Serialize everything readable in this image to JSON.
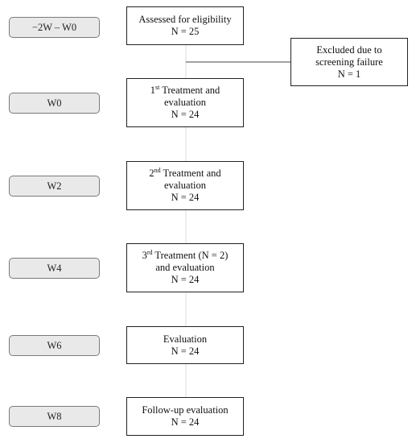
{
  "timepoints": [
    {
      "label": "−2W – W0"
    },
    {
      "label": "W0"
    },
    {
      "label": "W2"
    },
    {
      "label": "W4"
    },
    {
      "label": "W6"
    },
    {
      "label": "W8"
    }
  ],
  "flow": {
    "assessed": {
      "text": "Assessed for eligibility",
      "n": "N = 25"
    },
    "treatment1": {
      "ordinal": "1",
      "suffix": "st",
      "rest": " Treatment and",
      "line2": "evaluation",
      "n": "N = 24"
    },
    "treatment2": {
      "ordinal": "2",
      "suffix": "nd",
      "rest": " Treatment and",
      "line2": "evaluation",
      "n": "N = 24"
    },
    "treatment3": {
      "ordinal": "3",
      "suffix": "rd",
      "rest": " Treatment (N = 2)",
      "line2": "and evaluation",
      "n": "N = 24"
    },
    "evaluation": {
      "text": "Evaluation",
      "n": "N = 24"
    },
    "followup": {
      "text": "Follow-up evaluation",
      "n": "N = 24"
    }
  },
  "excluded": {
    "line1": "Excluded due to",
    "line2": "screening failure",
    "n": "N = 1"
  },
  "colors": {
    "timepoint_fill": "#e9e9e9",
    "timepoint_border": "#7a7a7a",
    "box_border": "#222222",
    "connector": "#c9c9c9"
  }
}
